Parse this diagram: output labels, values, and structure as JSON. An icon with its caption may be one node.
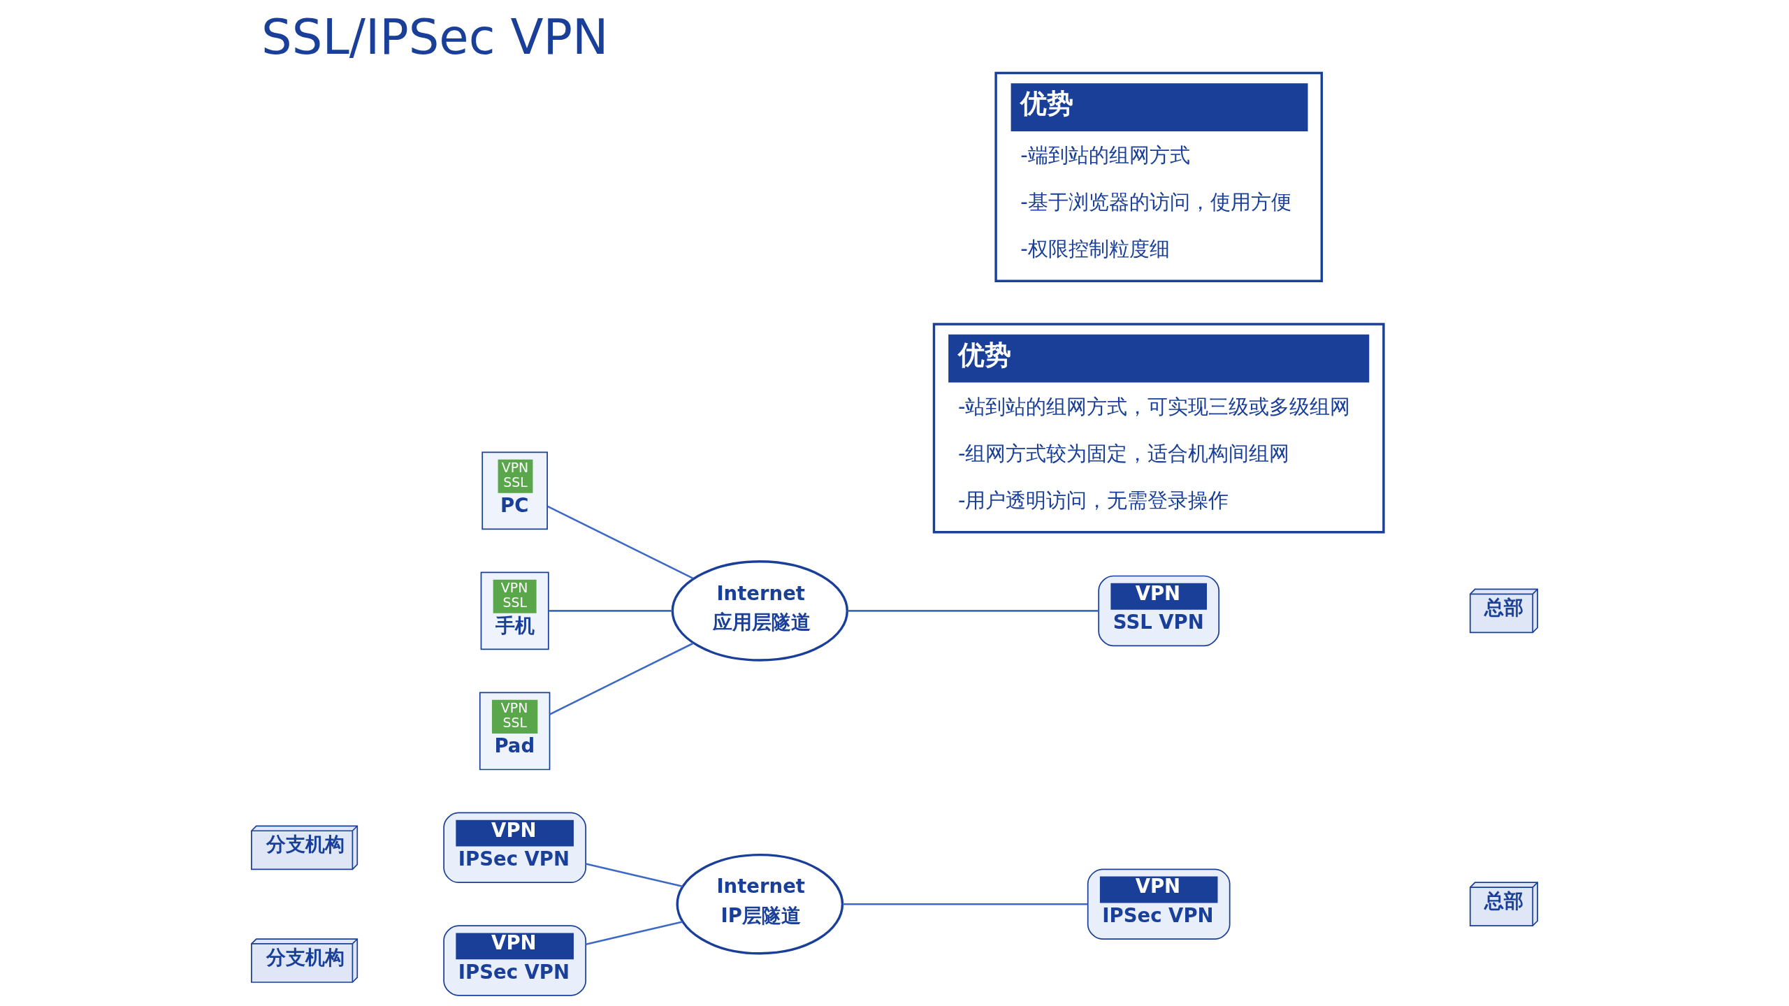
{
  "diagram": {
    "title": "SSL/IPSec VPN",
    "nodes": [
      {
        "text": [
          "分支机构"
        ]
      },
      {
        "text": [
          "VPN",
          "IPSec VPN"
        ]
      },
      {
        "text": [
          "分支机构"
        ]
      },
      {
        "text": [
          "VPN",
          "IPSec VPN"
        ]
      },
      {
        "text": [
          "Internet",
          "IP层隧道"
        ]
      },
      {
        "text": [
          "VPN",
          "IPSec VPN"
        ]
      },
      {
        "text": [
          "总部"
        ]
      },
      {
        "text": [
          "VPN",
          "SSL",
          "PC"
        ]
      },
      {
        "text": [
          "VPN",
          "SSL",
          "手机"
        ]
      },
      {
        "text": [
          "VPN",
          "SSL",
          "Pad"
        ]
      },
      {
        "text": [
          "Internet",
          "应用层隧道"
        ]
      },
      {
        "text": [
          "VPN",
          "SSL VPN"
        ]
      },
      {
        "text": [
          "总部"
        ]
      },
      {
        "text": [
          "优势",
          "-站到站的组网方式，可实现三级或多级组网",
          "-组网方式较为固定，适合机构间组网",
          "-用户透明访问，无需登录操作"
        ]
      },
      {
        "text": [
          "优势",
          "-端到站的组网方式",
          "-基于浏览器的访问，使用方便",
          "-权限控制粒度细"
        ]
      }
    ],
    "edges": [
      {
        "from": 1,
        "to": 4,
        "arrow": "none"
      },
      {
        "from": 3,
        "to": 4,
        "arrow": "none"
      },
      {
        "from": 4,
        "to": 5,
        "arrow": "none"
      },
      {
        "from": 7,
        "to": 10,
        "arrow": "none"
      },
      {
        "from": 8,
        "to": 10,
        "arrow": "none"
      },
      {
        "from": 9,
        "to": 10,
        "arrow": "none"
      },
      {
        "from": 10,
        "to": 11,
        "arrow": "none"
      }
    ]
  }
}
